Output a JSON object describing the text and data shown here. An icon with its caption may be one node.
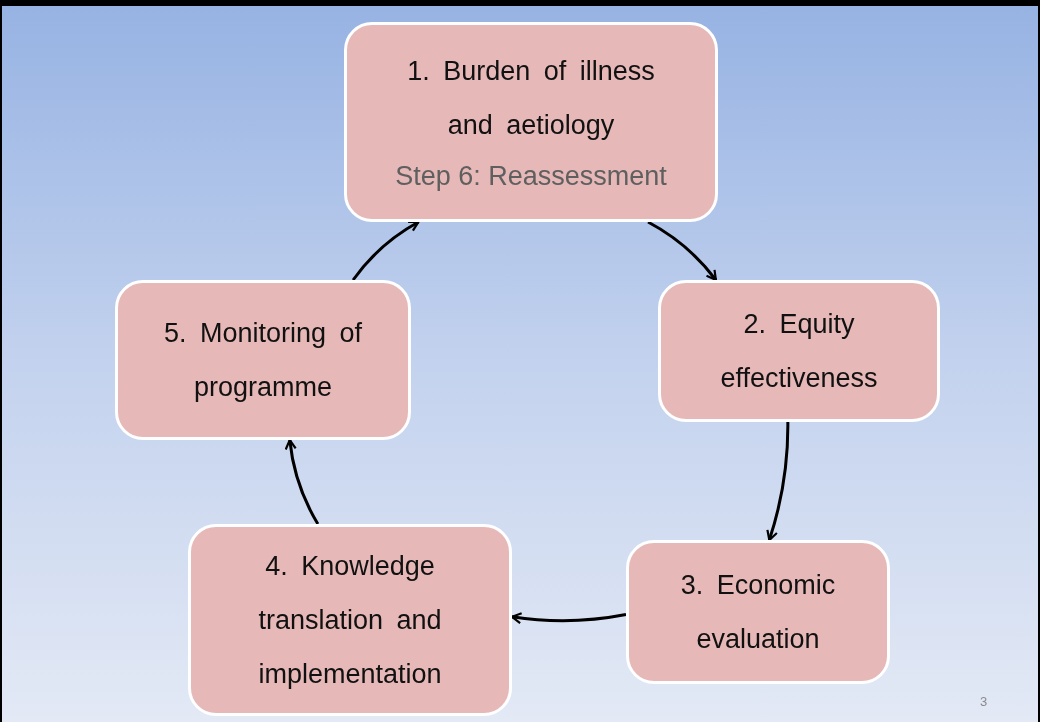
{
  "diagram": {
    "nodes": [
      {
        "text": [
          "1. Burden of illness and aetiology",
          "Step 6: Reassessment"
        ]
      },
      {
        "text": [
          "2. Equity effectiveness"
        ]
      },
      {
        "text": [
          "3. Economic evaluation"
        ]
      },
      {
        "text": [
          "4. Knowledge translation and implementation"
        ]
      },
      {
        "text": [
          "5. Monitoring of programme"
        ]
      }
    ],
    "edges": [
      {
        "from": 0,
        "to": 1,
        "arrow": "to"
      },
      {
        "from": 1,
        "to": 2,
        "arrow": "to"
      },
      {
        "from": 2,
        "to": 3,
        "arrow": "to"
      },
      {
        "from": 3,
        "to": 4,
        "arrow": "to"
      },
      {
        "from": 4,
        "to": 0,
        "arrow": "to"
      }
    ],
    "labels": [
      "3"
    ]
  }
}
